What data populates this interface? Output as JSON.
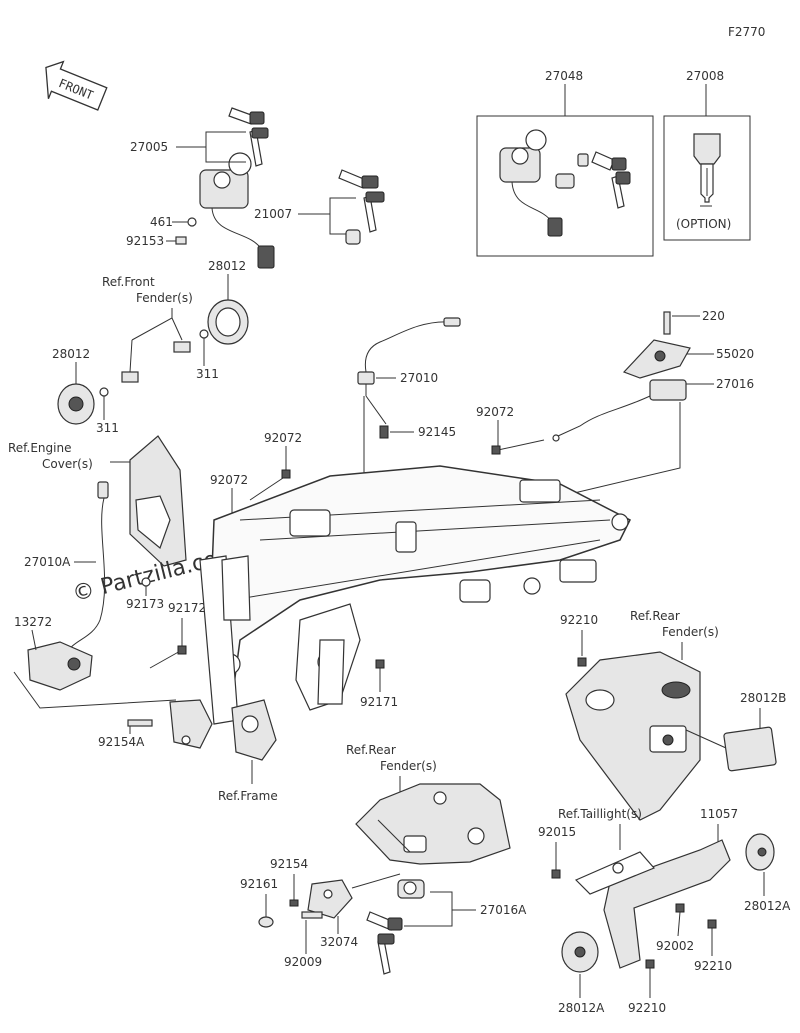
{
  "diagram_code": "F2770",
  "front_label": "FRONT",
  "watermark": "© Partzilla.com",
  "option_label": "(OPTION)",
  "callouts": {
    "p27048": "27048",
    "p27008": "27008",
    "p27005": "27005",
    "p461": "461",
    "p92153": "92153",
    "p21007": "21007",
    "p28012_top": "28012",
    "p28012_left": "28012",
    "p311_a": "311",
    "p311_b": "311",
    "p220": "220",
    "p55020": "55020",
    "p27016": "27016",
    "p27010": "27010",
    "p92145": "92145",
    "p92072_a": "92072",
    "p92072_b": "92072",
    "p92072_c": "92072",
    "p27010A": "27010A",
    "p13272": "13272",
    "p92173": "92173",
    "p92172": "92172",
    "p92171": "92171",
    "p92154A": "92154A",
    "p92210_a": "92210",
    "p28012B": "28012B",
    "p11057": "11057",
    "p92015": "92015",
    "p28012A_a": "28012A",
    "p28012A_b": "28012A",
    "p92002": "92002",
    "p92210_b": "92210",
    "p92210_c": "92210",
    "p92154": "92154",
    "p92161": "92161",
    "p32074": "32074",
    "p27016A": "27016A",
    "p92009": "92009"
  },
  "references": {
    "front_fender_1": "Ref.Front",
    "front_fender_2": "Fender(s)",
    "engine_cover_1": "Ref.Engine",
    "engine_cover_2": "Cover(s)",
    "rear_fender_1": "Ref.Rear",
    "rear_fender_2": "Fender(s)",
    "rear_fender_b_1": "Ref.Rear",
    "rear_fender_b_2": "Fender(s)",
    "frame": "Ref.Frame",
    "taillight": "Ref.Taillight(s)"
  }
}
